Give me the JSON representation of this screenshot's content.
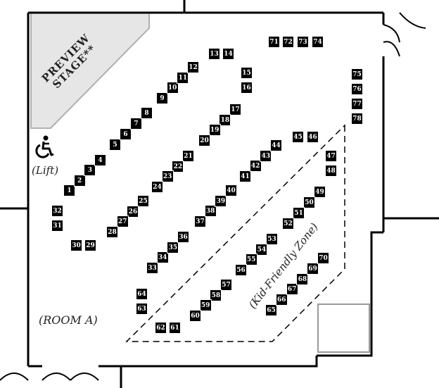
{
  "labels": {
    "stage": "PREVIEW\nSTAGE**",
    "lift": "(Lift)",
    "room": "(ROOM A)",
    "kid_zone": "(Kid-Friendly Zone)"
  },
  "icons": {
    "accessibility": "wheelchair-icon"
  },
  "colors": {
    "booth_fill": "#000000",
    "booth_text": "#ffffff",
    "wall": "#000000",
    "stage_fill": "#e6e6e6"
  },
  "booths": [
    "1",
    "2",
    "3",
    "4",
    "5",
    "6",
    "7",
    "8",
    "9",
    "10",
    "11",
    "12",
    "13",
    "14",
    "15",
    "16",
    "17",
    "18",
    "19",
    "20",
    "21",
    "22",
    "23",
    "24",
    "25",
    "26",
    "27",
    "28",
    "29",
    "30",
    "31",
    "32",
    "33",
    "34",
    "35",
    "36",
    "37",
    "38",
    "39",
    "40",
    "41",
    "42",
    "43",
    "44",
    "45",
    "46",
    "47",
    "48",
    "49",
    "50",
    "51",
    "52",
    "53",
    "54",
    "55",
    "56",
    "57",
    "58",
    "59",
    "60",
    "61",
    "62",
    "63",
    "64",
    "65",
    "66",
    "67",
    "68",
    "69",
    "70",
    "71",
    "72",
    "73",
    "74",
    "75",
    "76",
    "77",
    "78"
  ]
}
